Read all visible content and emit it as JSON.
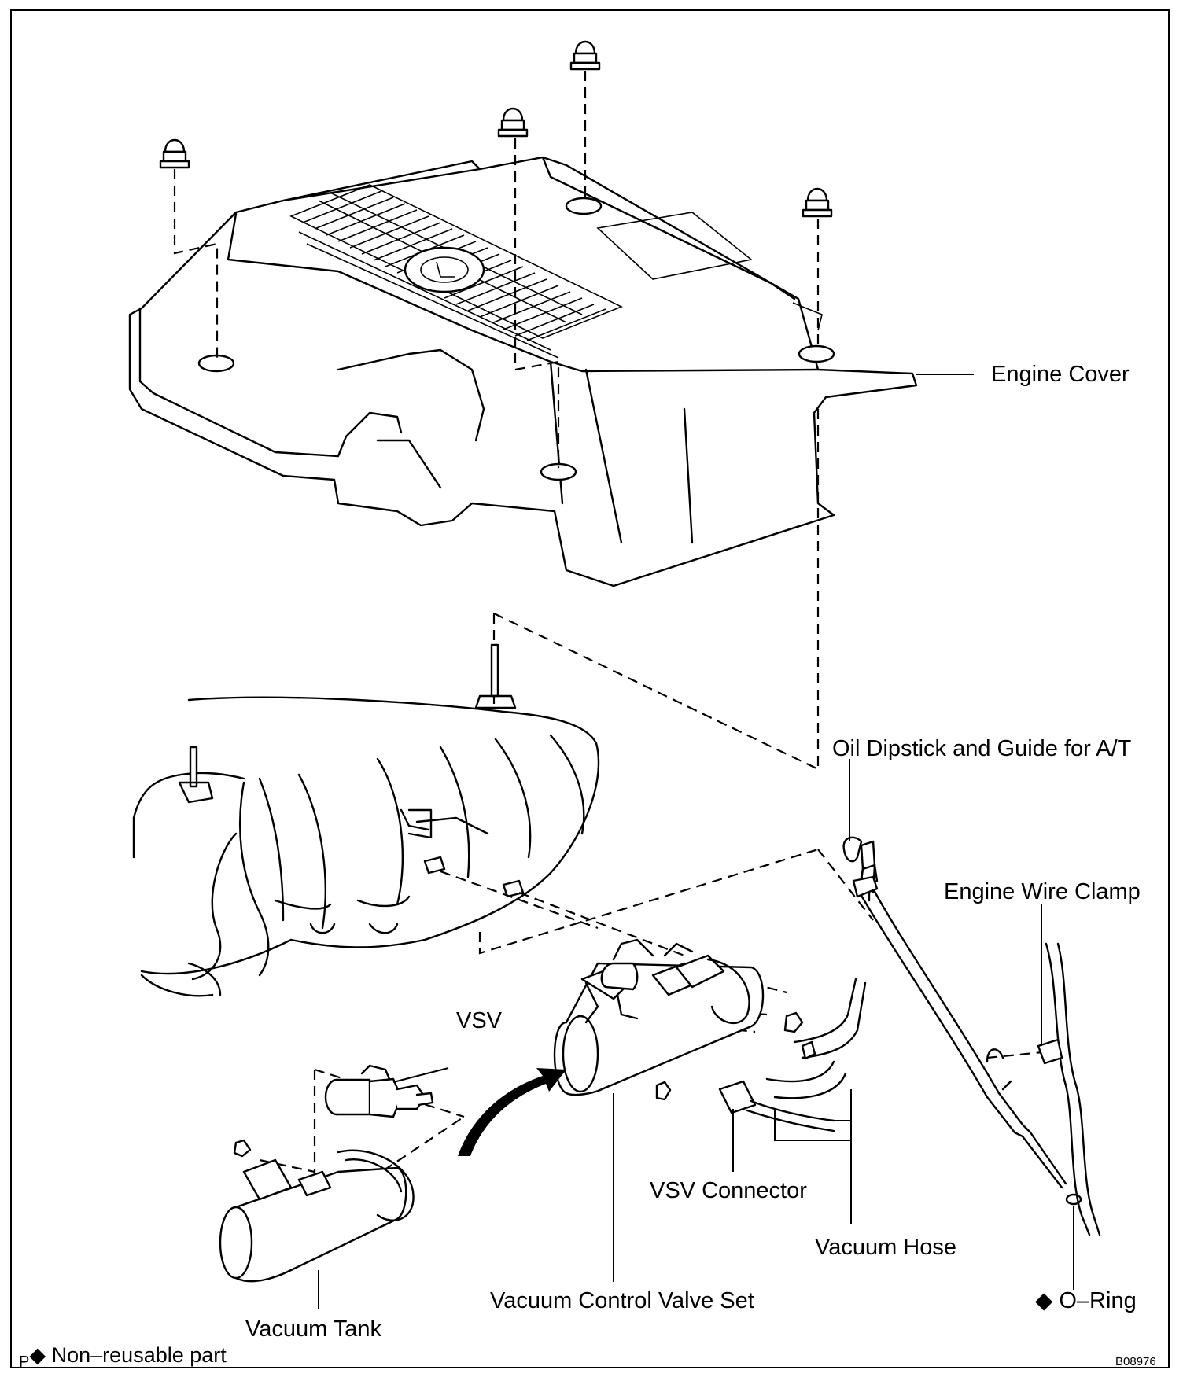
{
  "labels": {
    "engine_cover": "Engine Cover",
    "oil_dipstick": "Oil Dipstick and Guide for A/T",
    "engine_wire_clamp": "Engine Wire Clamp",
    "vsv": "VSV",
    "vsv_connector": "VSV Connector",
    "vacuum_hose": "Vacuum Hose",
    "o_ring": "O–Ring",
    "vacuum_control_valve_set": "Vacuum Control Valve Set",
    "vacuum_tank": "Vacuum Tank"
  },
  "legend": {
    "marker": "P",
    "symbol": "◆",
    "text": "Non–reusable part"
  },
  "o_ring_symbol": "◆",
  "figure_code": "B08976",
  "icons": {
    "non_reusable": "diamond-icon"
  }
}
